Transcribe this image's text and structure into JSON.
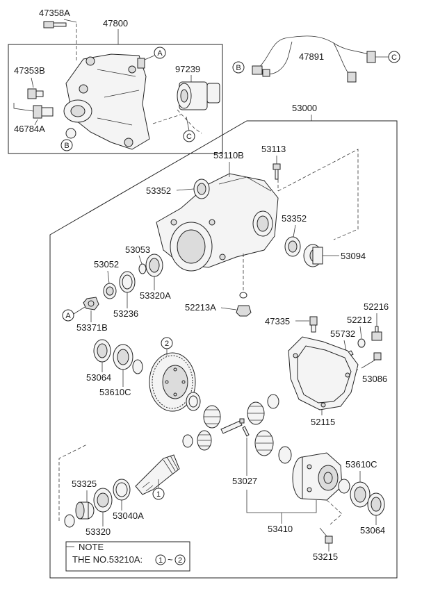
{
  "parts": {
    "p47358A": "47358A",
    "p47800": "47800",
    "p47353B": "47353B",
    "p97239": "97239",
    "p46784A": "46784A",
    "p47891": "47891",
    "p53000": "53000",
    "p53110B": "53110B",
    "p53113": "53113",
    "p53352a": "53352",
    "p53352b": "53352",
    "p53094": "53094",
    "p53053": "53053",
    "p53052": "53052",
    "p53320A": "53320A",
    "p53236": "53236",
    "p53371B": "53371B",
    "p52213A": "52213A",
    "p52216": "52216",
    "p47335": "47335",
    "p52212": "52212",
    "p55732": "55732",
    "p53064a": "53064",
    "p53610Ca": "53610C",
    "p53086": "53086",
    "p52115": "52115",
    "p53027": "53027",
    "p53325": "53325",
    "p53040A": "53040A",
    "p53320": "53320",
    "p53410": "53410",
    "p53610Cb": "53610C",
    "p53064b": "53064",
    "p53215": "53215"
  },
  "markers": {
    "A": "A",
    "B": "B",
    "C": "C",
    "one": "1",
    "two": "2"
  },
  "note": {
    "title": "NOTE",
    "text": "THE NO.53210A:",
    "range_from": "1",
    "range_sep": "~",
    "range_to": "2"
  }
}
